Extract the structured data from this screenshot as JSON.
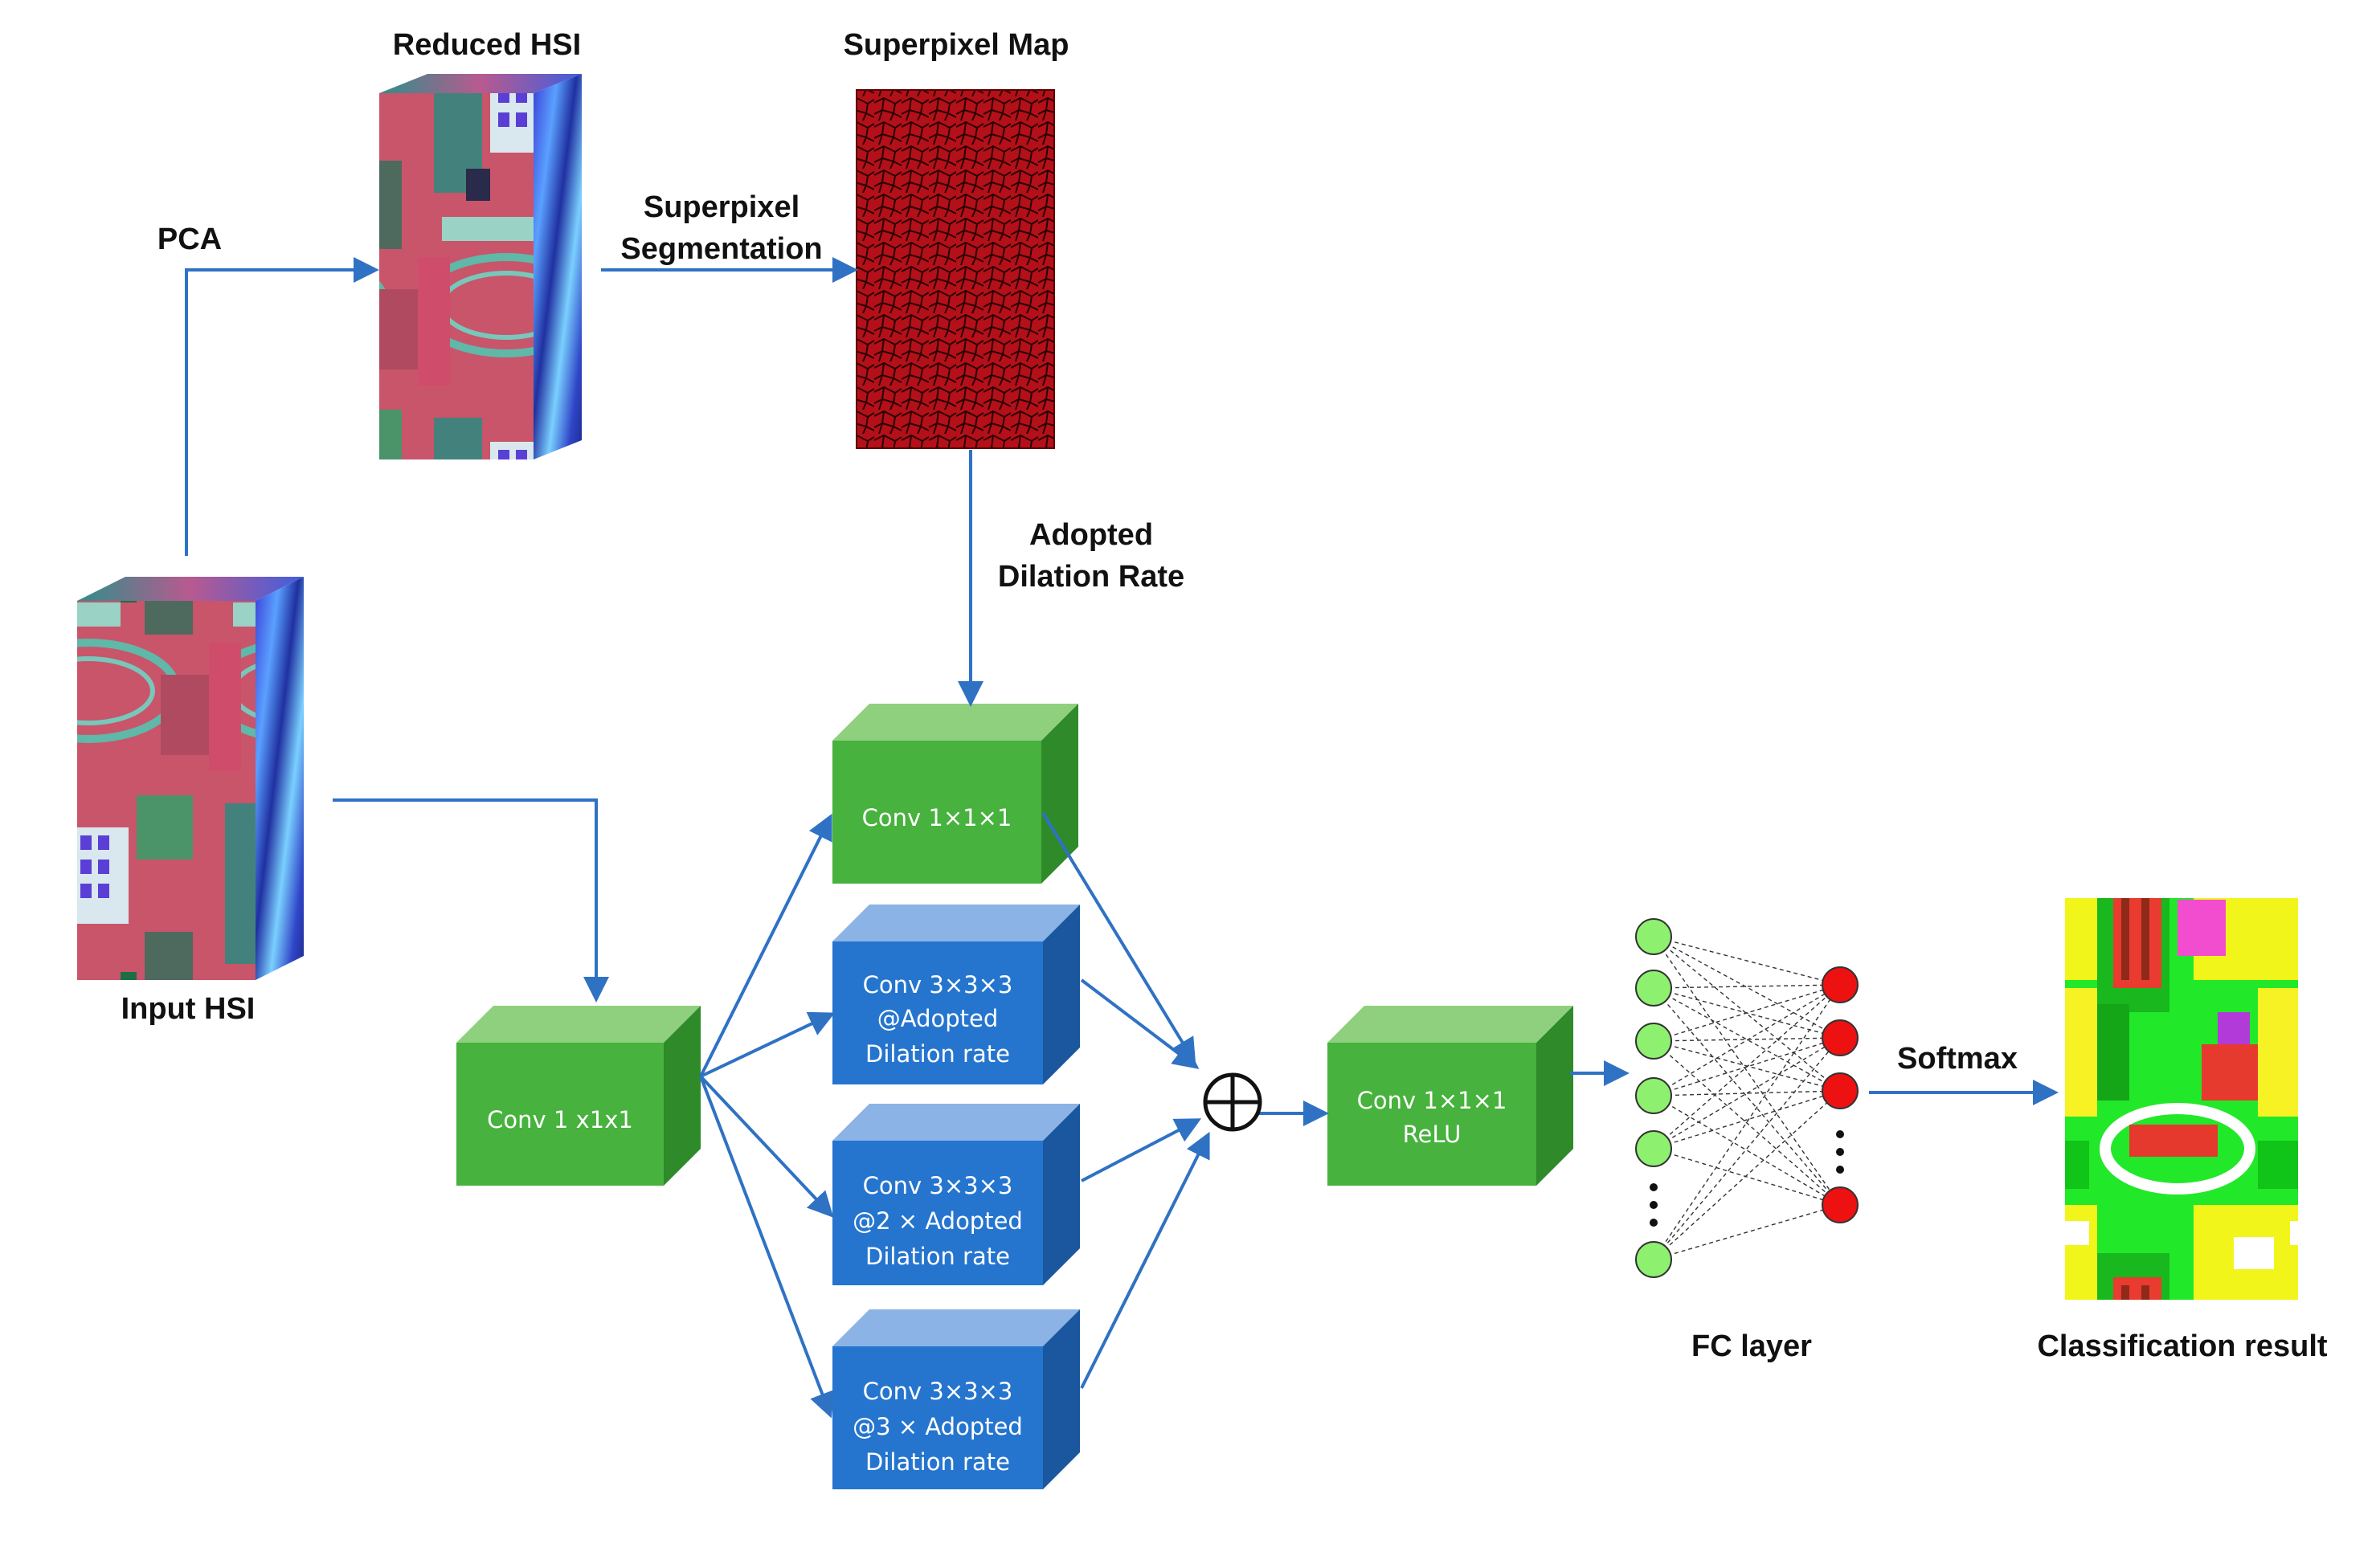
{
  "labels": {
    "reduced_hsi": "Reduced HSI",
    "superpixel_map": "Superpixel Map",
    "pca": "PCA",
    "superpixel_seg_line1": "Superpixel",
    "superpixel_seg_line2": "Segmentation",
    "adopted_line1": "Adopted",
    "adopted_line2": "Dilation Rate",
    "input_hsi": "Input HSI",
    "softmax": "Softmax",
    "fc_layer": "FC layer",
    "classification_result": "Classification result"
  },
  "blocks": {
    "conv_entry": {
      "line1": "Conv 1 x1x1"
    },
    "conv_branch1": {
      "line1": "Conv 1×1×1"
    },
    "conv_branch2": {
      "line1": "Conv 3×3×3",
      "line2": "@Adopted",
      "line3": "Dilation rate"
    },
    "conv_branch3": {
      "line1": "Conv 3×3×3",
      "line2": "@2 × Adopted",
      "line3": "Dilation rate"
    },
    "conv_branch4": {
      "line1": "Conv 3×3×3",
      "line2": "@3 × Adopted",
      "line3": "Dilation rate"
    },
    "conv_relu": {
      "line1": "Conv 1×1×1",
      "line2": "ReLU"
    }
  },
  "colors": {
    "arrow": "#2f72c4",
    "green_front": "#47b23d",
    "green_top": "#8fd07f",
    "green_side": "#2f8a2a",
    "blue_front": "#2575cf",
    "blue_top": "#8bb3e6",
    "blue_side": "#1a579e",
    "fc_input_node": "#8ef06f",
    "fc_output_node": "#ee1111"
  }
}
